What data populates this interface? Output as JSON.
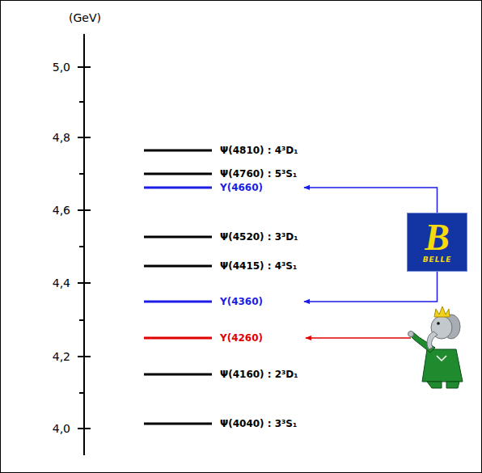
{
  "diagram": {
    "nodes": [
      {
        "text": [
          "Y(4660)"
        ]
      },
      {
        "text": [
          "B",
          "BELLE"
        ]
      },
      {
        "text": [
          "Y(4360)"
        ]
      },
      {
        "text": [
          "Y(4260)"
        ]
      }
    ],
    "edges": [
      {
        "from": 1,
        "to": 0,
        "arrow": "to"
      },
      {
        "from": 1,
        "to": 2,
        "arrow": "to"
      }
    ],
    "labels": [
      "(GeV)",
      "5,0",
      "4,8",
      "4,6",
      "4,4",
      "4,2",
      "4,0",
      "Ψ(4810) : 4³D₁",
      "Ψ(4760) : 5³S₁",
      "Ψ(4520) : 3³D₁",
      "Ψ(4415) : 4³S₁",
      "Ψ(4160) : 2³D₁",
      "Ψ(4040) : 3³S₁"
    ]
  }
}
